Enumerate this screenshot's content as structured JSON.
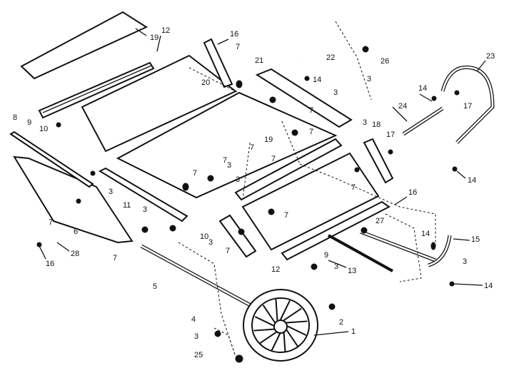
{
  "callouts": [
    {
      "id": "c1",
      "text": "1"
    },
    {
      "id": "c2",
      "text": "2"
    },
    {
      "id": "c3a",
      "text": "3"
    },
    {
      "id": "c3b",
      "text": "3"
    },
    {
      "id": "c3c",
      "text": "3"
    },
    {
      "id": "c3d",
      "text": "3"
    },
    {
      "id": "c3e",
      "text": "3"
    },
    {
      "id": "c3f",
      "text": "3"
    },
    {
      "id": "c3g",
      "text": "3"
    },
    {
      "id": "c3h",
      "text": "3"
    },
    {
      "id": "c3i",
      "text": "3"
    },
    {
      "id": "c3j",
      "text": "3"
    },
    {
      "id": "c3k",
      "text": "3"
    },
    {
      "id": "c4",
      "text": "4"
    },
    {
      "id": "c5",
      "text": "5"
    },
    {
      "id": "c6",
      "text": "6"
    },
    {
      "id": "c7a",
      "text": "7"
    },
    {
      "id": "c7b",
      "text": "7"
    },
    {
      "id": "c7c",
      "text": "7"
    },
    {
      "id": "c7d",
      "text": "7"
    },
    {
      "id": "c7e",
      "text": "7"
    },
    {
      "id": "c7f",
      "text": "7"
    },
    {
      "id": "c7g",
      "text": "7"
    },
    {
      "id": "c7h",
      "text": "7"
    },
    {
      "id": "c7i",
      "text": "7"
    },
    {
      "id": "c7j",
      "text": "7"
    },
    {
      "id": "c7k",
      "text": "7"
    },
    {
      "id": "c7l",
      "text": "7"
    },
    {
      "id": "c8",
      "text": "8"
    },
    {
      "id": "c9a",
      "text": "9"
    },
    {
      "id": "c9b",
      "text": "9"
    },
    {
      "id": "c10a",
      "text": "10"
    },
    {
      "id": "c10b",
      "text": "10"
    },
    {
      "id": "c11",
      "text": "11"
    },
    {
      "id": "c12a",
      "text": "12"
    },
    {
      "id": "c12b",
      "text": "12"
    },
    {
      "id": "c13",
      "text": "13"
    },
    {
      "id": "c14a",
      "text": "14"
    },
    {
      "id": "c14b",
      "text": "14"
    },
    {
      "id": "c14c",
      "text": "14"
    },
    {
      "id": "c14d",
      "text": "14"
    },
    {
      "id": "c14e",
      "text": "14"
    },
    {
      "id": "c15",
      "text": "15"
    },
    {
      "id": "c16a",
      "text": "16"
    },
    {
      "id": "c16b",
      "text": "16"
    },
    {
      "id": "c16c",
      "text": "16"
    },
    {
      "id": "c17a",
      "text": "17"
    },
    {
      "id": "c17b",
      "text": "17"
    },
    {
      "id": "c18",
      "text": "18"
    },
    {
      "id": "c19a",
      "text": "19"
    },
    {
      "id": "c19b",
      "text": "19"
    },
    {
      "id": "c20",
      "text": "20"
    },
    {
      "id": "c21",
      "text": "21"
    },
    {
      "id": "c22",
      "text": "22"
    },
    {
      "id": "c23",
      "text": "23"
    },
    {
      "id": "c24",
      "text": "24"
    },
    {
      "id": "c25",
      "text": "25"
    },
    {
      "id": "c26",
      "text": "26"
    },
    {
      "id": "c27",
      "text": "27"
    },
    {
      "id": "c28",
      "text": "28"
    }
  ]
}
